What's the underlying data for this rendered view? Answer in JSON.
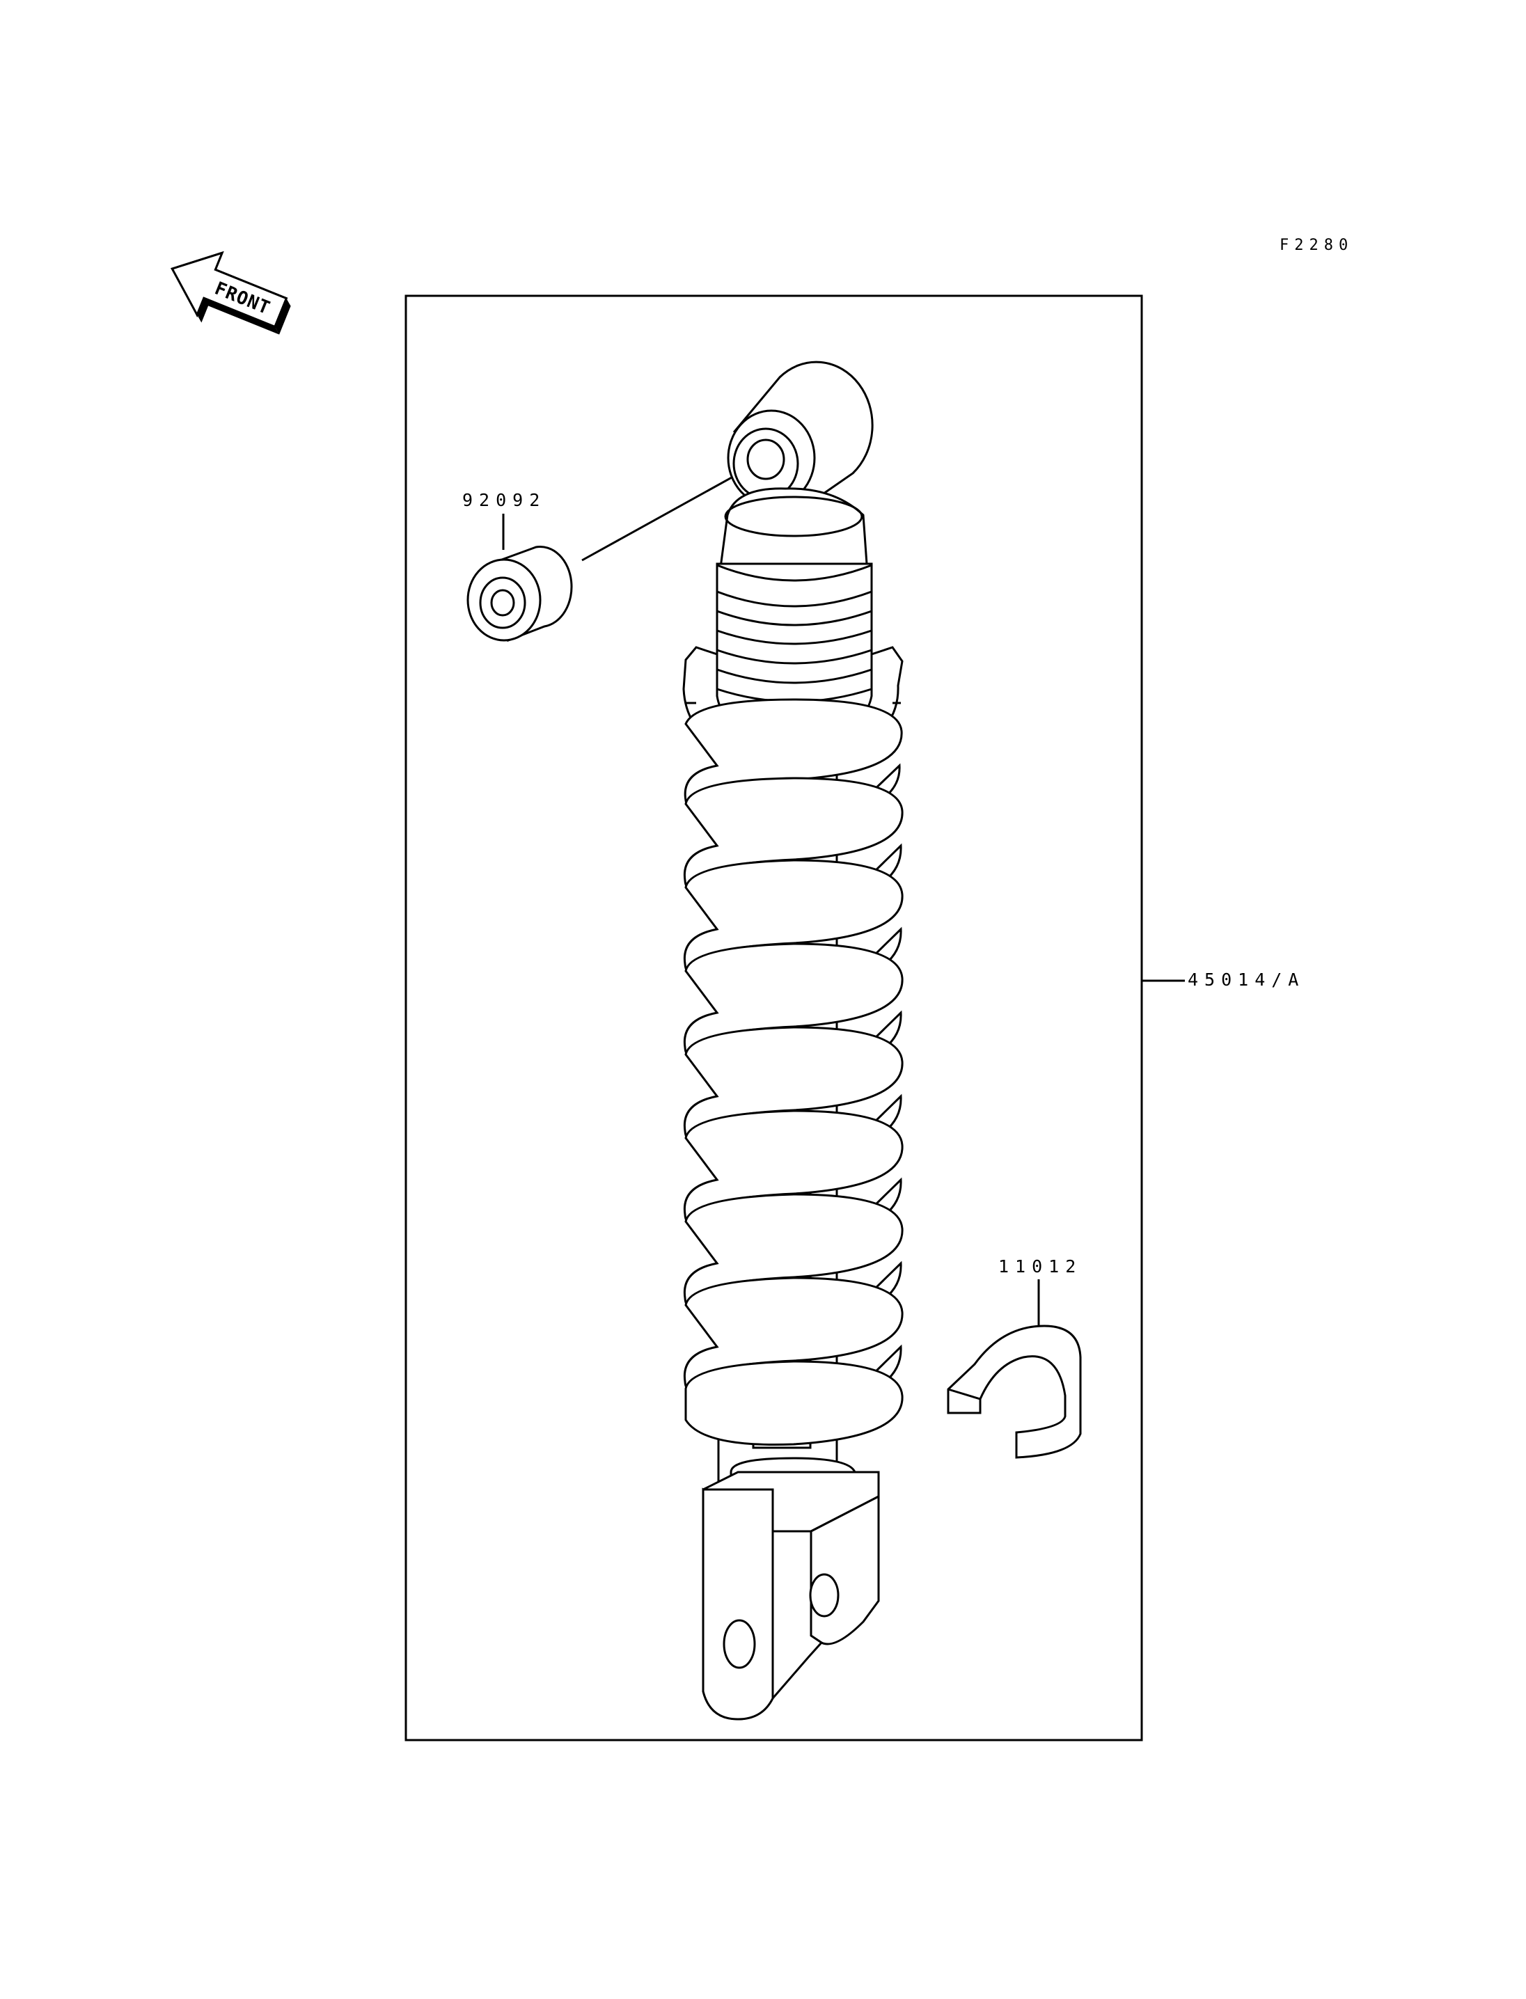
{
  "figure_code": "F2280",
  "front_label": "FRONT",
  "parts": {
    "bushing": "92092",
    "shock_absorber": "45014/A",
    "clip": "11012"
  }
}
